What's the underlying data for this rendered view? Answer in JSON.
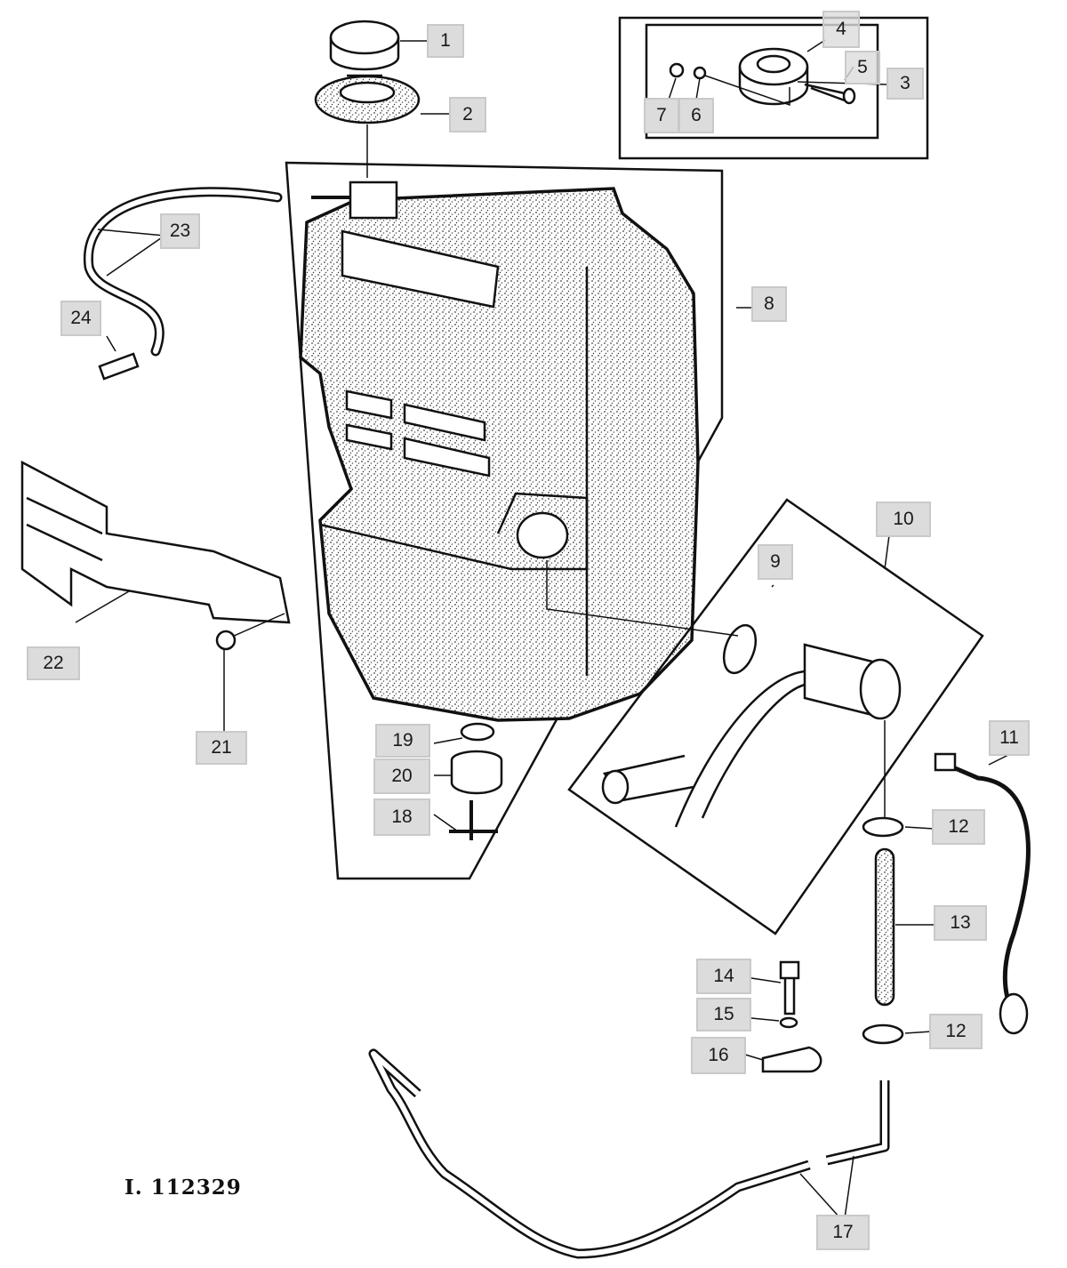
{
  "diagram": {
    "reference_number": "I. 112329",
    "callouts": {
      "c1": "1",
      "c2": "2",
      "c3": "3",
      "c4": "4",
      "c5": "5",
      "c6": "6",
      "c7": "7",
      "c8": "8",
      "c9": "9",
      "c10": "10",
      "c11": "11",
      "c12a": "12",
      "c12b": "12",
      "c13": "13",
      "c14": "14",
      "c15": "15",
      "c16": "16",
      "c17": "17",
      "c18": "18",
      "c19": "19",
      "c20": "20",
      "c21": "21",
      "c22": "22",
      "c23": "23",
      "c24": "24"
    },
    "colors": {
      "callout_fill": "#dcdcdc",
      "line": "#111111",
      "stipple": "#555555"
    }
  }
}
